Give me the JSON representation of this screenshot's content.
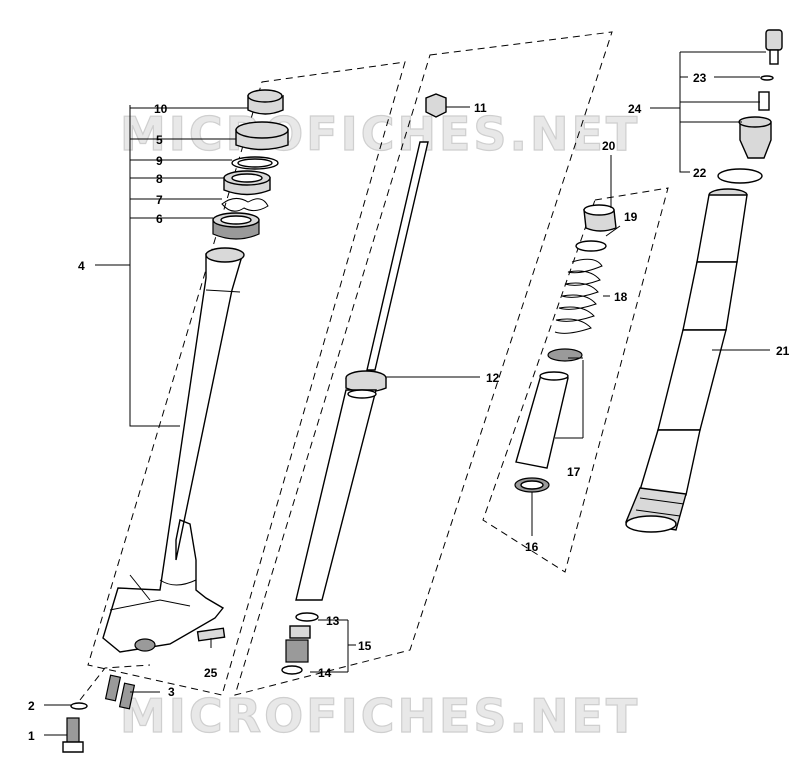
{
  "watermark": "MICROFICHES.NET",
  "callouts": [
    "1",
    "2",
    "3",
    "4",
    "5",
    "6",
    "7",
    "8",
    "9",
    "10",
    "11",
    "12",
    "13",
    "14",
    "15",
    "16",
    "17",
    "18",
    "19",
    "20",
    "21",
    "22",
    "23",
    "24",
    "25"
  ]
}
